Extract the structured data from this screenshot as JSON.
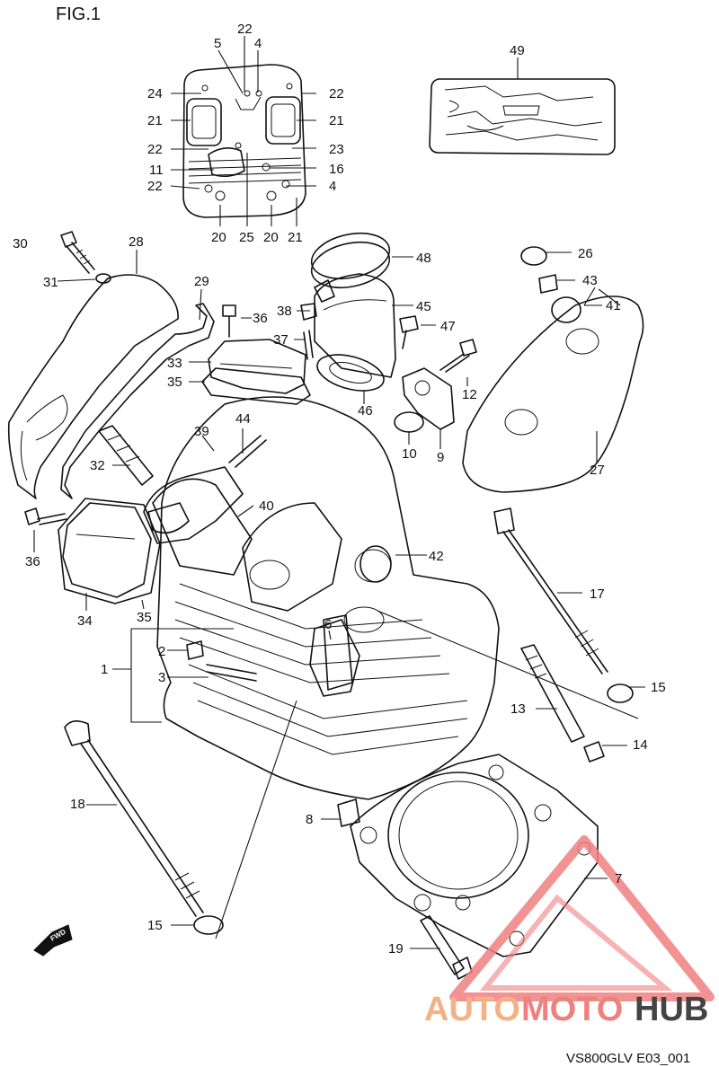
{
  "figure": {
    "title": "FIG.1",
    "code": "VS800GLV E03_001",
    "fwd": "FWD"
  },
  "watermark": {
    "part1": "AUTO",
    "part2": "MOTO",
    "part3": "HUB",
    "colors": {
      "auto": "#f4b183",
      "moto": "#f08080",
      "hub": "#444444",
      "triangle": "#f28080"
    }
  },
  "callouts": [
    {
      "id": "c-fig-22a",
      "text": "22"
    },
    {
      "id": "c-5",
      "text": "5"
    },
    {
      "id": "c-4a",
      "text": "4"
    },
    {
      "id": "c-24",
      "text": "24"
    },
    {
      "id": "c-22b",
      "text": "22"
    },
    {
      "id": "c-21a",
      "text": "21"
    },
    {
      "id": "c-21b",
      "text": "21"
    },
    {
      "id": "c-22c",
      "text": "22"
    },
    {
      "id": "c-23",
      "text": "23"
    },
    {
      "id": "c-11",
      "text": "11"
    },
    {
      "id": "c-16",
      "text": "16"
    },
    {
      "id": "c-22d",
      "text": "22"
    },
    {
      "id": "c-4b",
      "text": "4"
    },
    {
      "id": "c-20a",
      "text": "20"
    },
    {
      "id": "c-25",
      "text": "25"
    },
    {
      "id": "c-20b",
      "text": "20"
    },
    {
      "id": "c-21c",
      "text": "21"
    },
    {
      "id": "c-49",
      "text": "49"
    },
    {
      "id": "c-30",
      "text": "30"
    },
    {
      "id": "c-28",
      "text": "28"
    },
    {
      "id": "c-31",
      "text": "31"
    },
    {
      "id": "c-29",
      "text": "29"
    },
    {
      "id": "c-48",
      "text": "48"
    },
    {
      "id": "c-26",
      "text": "26"
    },
    {
      "id": "c-43",
      "text": "43"
    },
    {
      "id": "c-41",
      "text": "41"
    },
    {
      "id": "c-38",
      "text": "38"
    },
    {
      "id": "c-36a",
      "text": "36"
    },
    {
      "id": "c-45",
      "text": "45"
    },
    {
      "id": "c-47",
      "text": "47"
    },
    {
      "id": "c-37",
      "text": "37"
    },
    {
      "id": "c-33",
      "text": "33"
    },
    {
      "id": "c-35a",
      "text": "35"
    },
    {
      "id": "c-12",
      "text": "12"
    },
    {
      "id": "c-46",
      "text": "46"
    },
    {
      "id": "c-44",
      "text": "44"
    },
    {
      "id": "c-39",
      "text": "39"
    },
    {
      "id": "c-10",
      "text": "10"
    },
    {
      "id": "c-9",
      "text": "9"
    },
    {
      "id": "c-32",
      "text": "32"
    },
    {
      "id": "c-27",
      "text": "27"
    },
    {
      "id": "c-40",
      "text": "40"
    },
    {
      "id": "c-36b",
      "text": "36"
    },
    {
      "id": "c-42",
      "text": "42"
    },
    {
      "id": "c-17",
      "text": "17"
    },
    {
      "id": "c-34",
      "text": "34"
    },
    {
      "id": "c-35b",
      "text": "35"
    },
    {
      "id": "c-6",
      "text": "6"
    },
    {
      "id": "c-2",
      "text": "2"
    },
    {
      "id": "c-1",
      "text": "1"
    },
    {
      "id": "c-3",
      "text": "3"
    },
    {
      "id": "c-15a",
      "text": "15"
    },
    {
      "id": "c-13",
      "text": "13"
    },
    {
      "id": "c-14",
      "text": "14"
    },
    {
      "id": "c-18",
      "text": "18"
    },
    {
      "id": "c-8",
      "text": "8"
    },
    {
      "id": "c-7",
      "text": "7"
    },
    {
      "id": "c-15b",
      "text": "15"
    },
    {
      "id": "c-19",
      "text": "19"
    }
  ]
}
